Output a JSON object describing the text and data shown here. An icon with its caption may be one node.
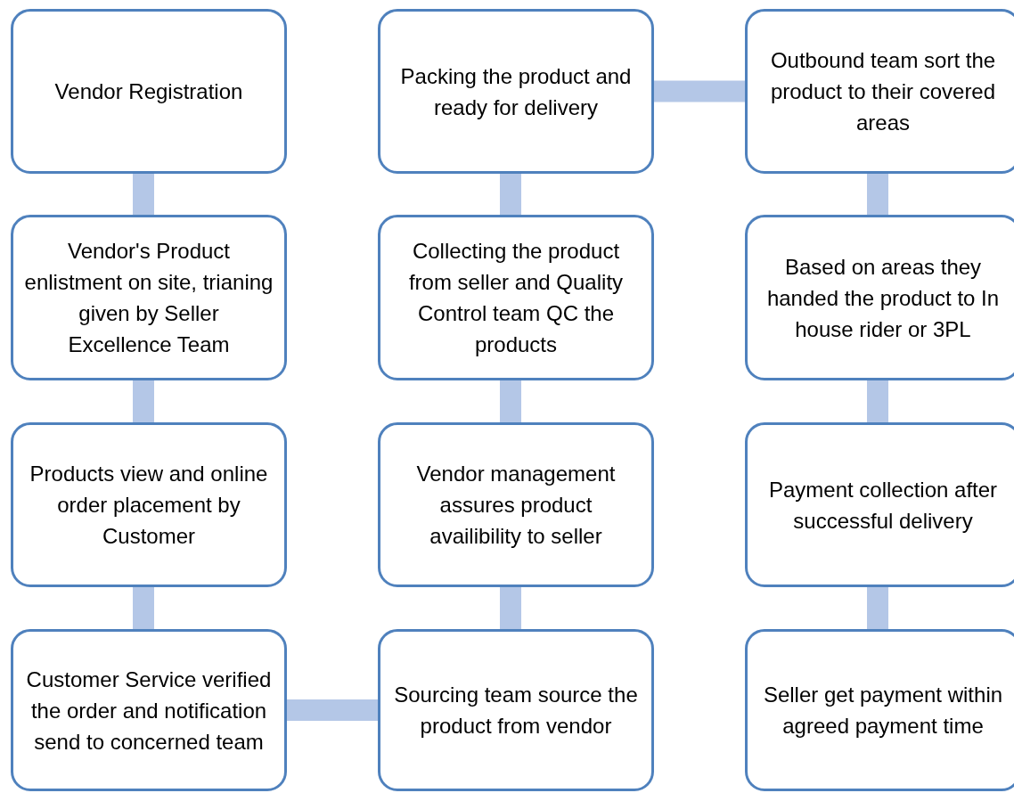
{
  "diagram": {
    "nodes": [
      {
        "text": [
          "Vendor Registration"
        ]
      },
      {
        "text": [
          "Vendor's Product enlistment on site, trianing given by Seller Excellence Team"
        ]
      },
      {
        "text": [
          "Products view and online order placement by Customer"
        ]
      },
      {
        "text": [
          "Customer Service verified the order and notification send to concerned team"
        ]
      },
      {
        "text": [
          "Sourcing team source the product from vendor"
        ]
      },
      {
        "text": [
          "Vendor management assures product availibility to seller"
        ]
      },
      {
        "text": [
          "Collecting the product from seller and Quality Control team QC the products"
        ]
      },
      {
        "text": [
          "Packing the product and ready for delivery"
        ]
      },
      {
        "text": [
          "Outbound team sort the product to their covered areas"
        ]
      },
      {
        "text": [
          "Based on areas they handed the product to In house rider or 3PL"
        ]
      },
      {
        "text": [
          "Payment collection after successful delivery"
        ]
      },
      {
        "text": [
          "Seller get payment within agreed payment time"
        ]
      }
    ],
    "edges": [
      {
        "from": 0,
        "to": 1,
        "arrow": "none"
      },
      {
        "from": 1,
        "to": 2,
        "arrow": "none"
      },
      {
        "from": 2,
        "to": 3,
        "arrow": "none"
      },
      {
        "from": 3,
        "to": 4,
        "arrow": "none"
      },
      {
        "from": 4,
        "to": 5,
        "arrow": "none"
      },
      {
        "from": 5,
        "to": 6,
        "arrow": "none"
      },
      {
        "from": 6,
        "to": 7,
        "arrow": "none"
      },
      {
        "from": 7,
        "to": 8,
        "arrow": "none"
      },
      {
        "from": 8,
        "to": 9,
        "arrow": "none"
      },
      {
        "from": 9,
        "to": 10,
        "arrow": "none"
      },
      {
        "from": 10,
        "to": 11,
        "arrow": "none"
      }
    ]
  }
}
